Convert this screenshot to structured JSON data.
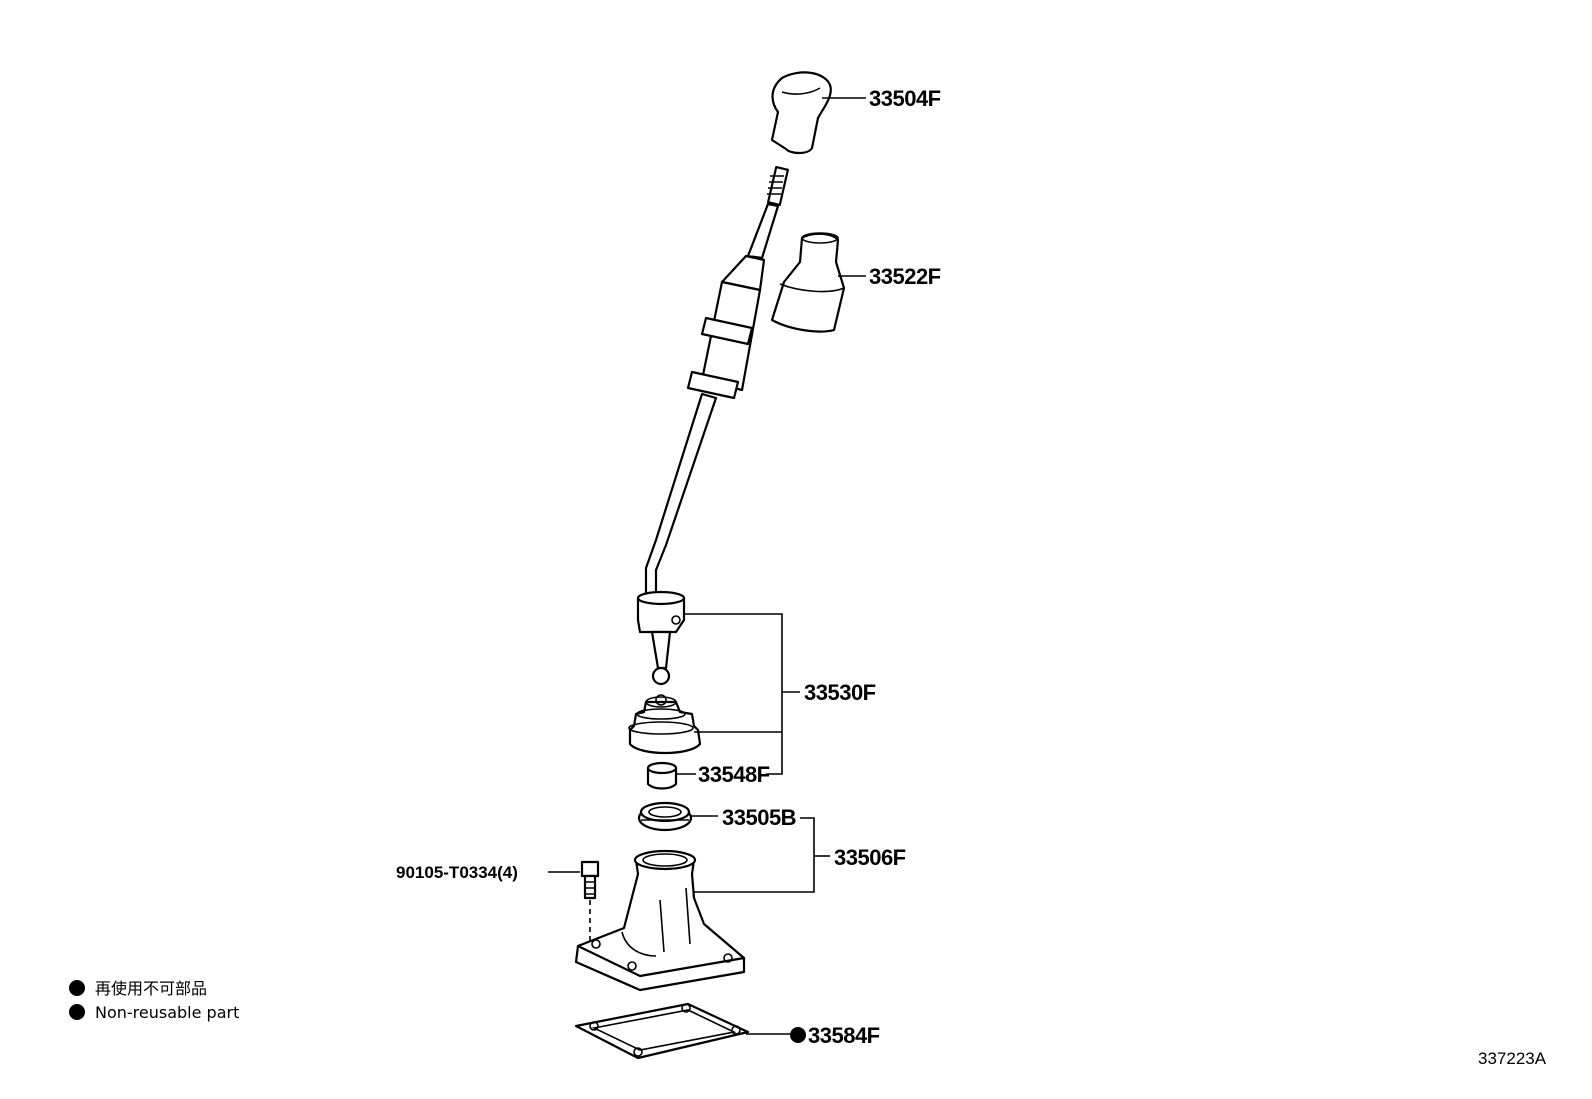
{
  "parts": {
    "p33504F": "33504F",
    "p33522F": "33522F",
    "p33530F": "33530F",
    "p33548F": "33548F",
    "p33505B": "33505B",
    "p33506F": "33506F",
    "p90105": "90105-T0334(4)",
    "p33584F": "33584F"
  },
  "legend": {
    "japanese": "再使用不可部品",
    "english": "Non-reusable part"
  },
  "reference_code": "337223A"
}
